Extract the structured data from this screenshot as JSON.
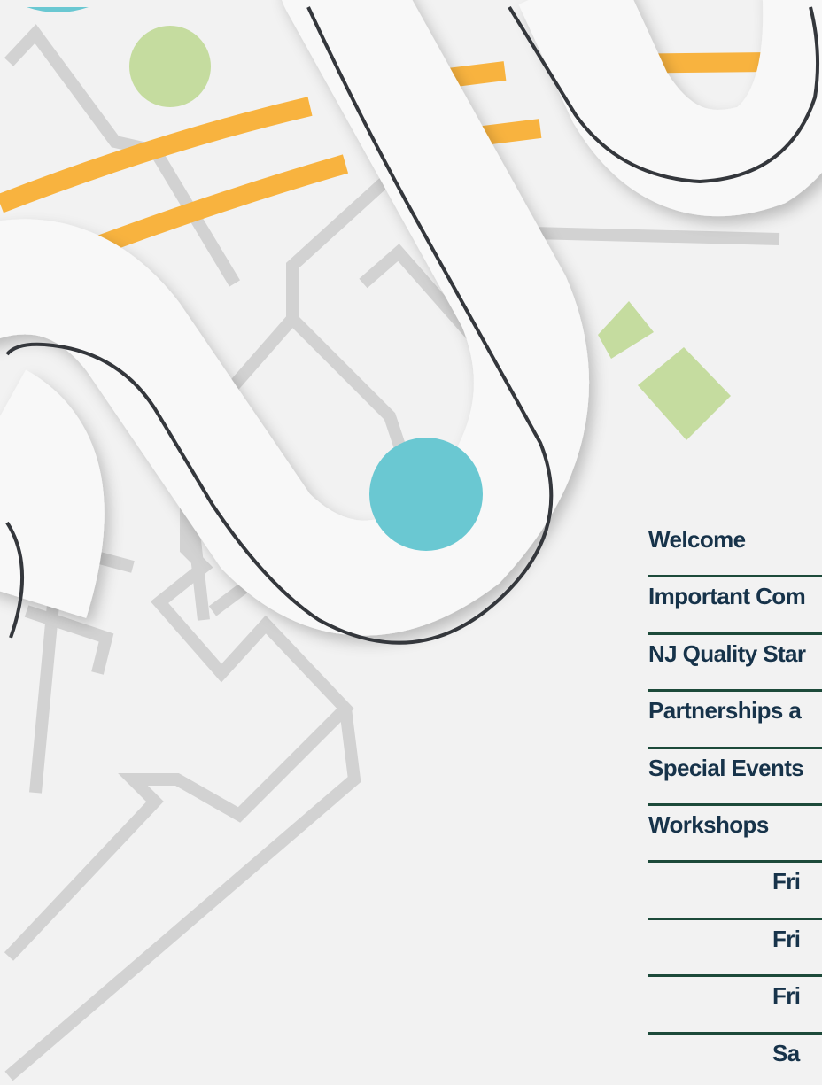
{
  "toc": {
    "items": [
      {
        "label": "Welcome"
      },
      {
        "label": "Important Com"
      },
      {
        "label": "NJ Quality Star"
      },
      {
        "label": "Partnerships a"
      },
      {
        "label": "Special Events"
      },
      {
        "label": "Workshops"
      }
    ],
    "sub_items": [
      {
        "label": "Fri"
      },
      {
        "label": "Fri"
      },
      {
        "label": "Fri"
      },
      {
        "label": "Sa"
      }
    ]
  },
  "colors": {
    "background": "#f2f2f2",
    "road": "#f8f8f8",
    "road_outline": "#34373c",
    "street": "#d2d2d2",
    "highway": "#f8b33f",
    "park": "#c5dc9f",
    "marker": "#6ac8d2",
    "heading_text": "#17334a",
    "rule": "#1d4a3a"
  }
}
